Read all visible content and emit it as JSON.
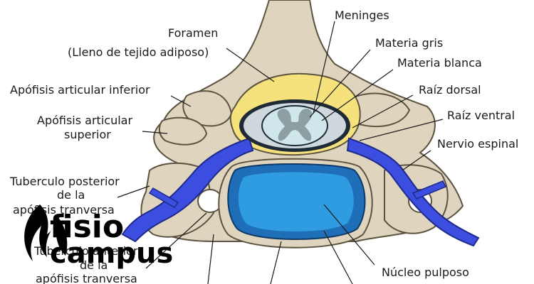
{
  "labels": {
    "meninges": "Meninges",
    "foramen": "Foramen",
    "foramen_note": "(Lleno de tejido adiposo)",
    "materia_gris": "Materia gris",
    "materia_blanca": "Materia blanca",
    "raiz_dorsal": "Raíz dorsal",
    "raiz_ventral": "Raíz ventral",
    "nervio_espinal": "Nervio espinal",
    "apofisis_inferior": "Apófisis articular inferior",
    "apofisis_superior_1": "Apófisis articular",
    "apofisis_superior_2": "superior",
    "tub_posterior_1": "Tuberculo posterior",
    "tub_posterior_2": "de la",
    "tub_posterior_3": "apófisis tranversa",
    "tub_anterior_1": "Tuberculo anterior",
    "tub_anterior_2": "de la",
    "tub_anterior_3": "apófisis tranversa",
    "nucleo_pulposo": "Núcleo pulposo"
  },
  "watermark": {
    "line1": "fisio",
    "line2": "campus"
  },
  "colors": {
    "bone": "#dfd5be",
    "bone_edge": "#5b5240",
    "fat": "#f6e27c",
    "nerve": "#3b4ee0",
    "disc_outer": "#1f6fb8",
    "disc_inner": "#2f9be0",
    "cord": "#cfe6ea",
    "grey_matter": "#8e9fa3",
    "dura": "#1e2a36"
  }
}
